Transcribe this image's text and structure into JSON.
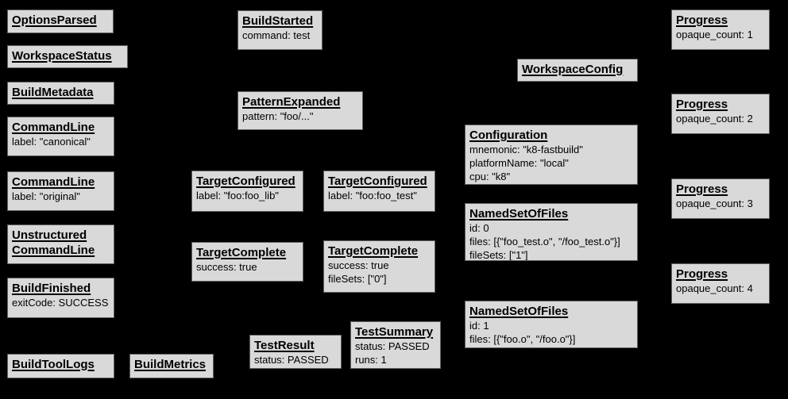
{
  "diagram": {
    "description": "Bazel Build Event Protocol event diagram",
    "colors": {
      "background": "#000000",
      "node_fill": "#d9d9d9",
      "node_border": "#5f5f5f",
      "text": "#000000"
    }
  },
  "nodes": [
    {
      "title": "OptionsParsed",
      "lines": []
    },
    {
      "title": "WorkspaceStatus",
      "lines": []
    },
    {
      "title": "BuildMetadata",
      "lines": []
    },
    {
      "title": "CommandLine",
      "lines": [
        "label: \"canonical\""
      ]
    },
    {
      "title": "CommandLine",
      "lines": [
        "label: \"original\""
      ]
    },
    {
      "title": "Unstructured CommandLine",
      "lines": []
    },
    {
      "title": "BuildFinished",
      "lines": [
        "exitCode: SUCCESS"
      ]
    },
    {
      "title": "BuildToolLogs",
      "lines": []
    },
    {
      "title": "BuildMetrics",
      "lines": []
    },
    {
      "title": "BuildStarted",
      "lines": [
        "command: test"
      ]
    },
    {
      "title": "PatternExpanded",
      "lines": [
        "pattern: \"foo/...\""
      ]
    },
    {
      "title": "TargetConfigured",
      "lines": [
        "label: \"foo:foo_lib\""
      ]
    },
    {
      "title": "TargetConfigured",
      "lines": [
        "label: \"foo:foo_test\""
      ]
    },
    {
      "title": "TargetComplete",
      "lines": [
        "success: true"
      ]
    },
    {
      "title": "TargetComplete",
      "lines": [
        "success: true",
        "fileSets: [\"0\"]"
      ]
    },
    {
      "title": "TestResult",
      "lines": [
        "status: PASSED"
      ]
    },
    {
      "title": "TestSummary",
      "lines": [
        "status: PASSED",
        "runs: 1"
      ]
    },
    {
      "title": "WorkspaceConfig",
      "lines": []
    },
    {
      "title": "Configuration",
      "lines": [
        "mnemonic: \"k8-fastbuild\"",
        "platformName: \"local\"",
        "cpu: \"k8\""
      ]
    },
    {
      "title": "NamedSetOfFiles",
      "lines": [
        "id: 0",
        "files: [{\"foo_test.o\", \"/foo_test.o\"}]",
        "fileSets: [\"1\"]"
      ]
    },
    {
      "title": "NamedSetOfFiles",
      "lines": [
        "id: 1",
        "files: [{\"foo.o\", \"/foo.o\"}]"
      ]
    },
    {
      "title": "Progress",
      "lines": [
        "opaque_count: 1"
      ]
    },
    {
      "title": "Progress",
      "lines": [
        "opaque_count: 2"
      ]
    },
    {
      "title": "Progress",
      "lines": [
        "opaque_count: 3"
      ]
    },
    {
      "title": "Progress",
      "lines": [
        "opaque_count: 4"
      ]
    }
  ]
}
